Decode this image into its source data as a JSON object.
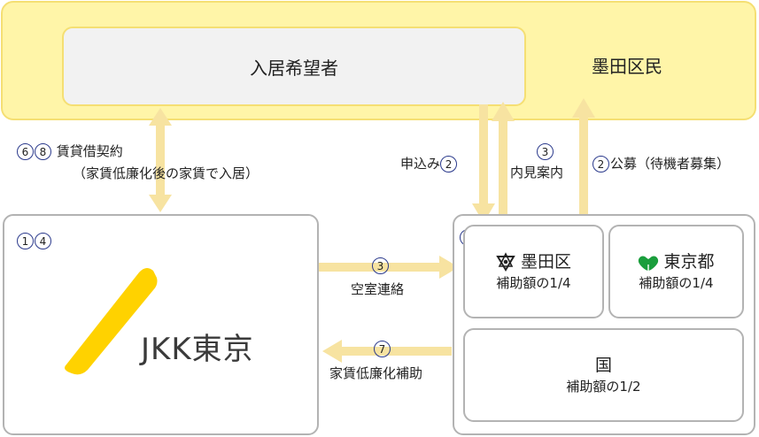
{
  "resident_area": {
    "label": "墨田区民",
    "applicant": "入居希望者"
  },
  "jkk": {
    "nums": [
      "1",
      "4"
    ],
    "logo_text": "JKK東京"
  },
  "support_group": {
    "num": "5"
  },
  "sumida": {
    "name": "墨田区",
    "share": "補助額の1/4"
  },
  "tokyo": {
    "name": "東京都",
    "share": "補助額の1/4"
  },
  "kuni": {
    "name": "国",
    "share": "補助額の1/2"
  },
  "flows": {
    "contract": {
      "nums": [
        "6",
        "8"
      ],
      "line1": "賃貸借契約",
      "line2": "（家賃低廉化後の家賃で入居）"
    },
    "apply": {
      "text": "申込み",
      "num": "2"
    },
    "viewing": {
      "num": "3",
      "text": "内見案内"
    },
    "recruit": {
      "num": "2",
      "text": "公募（待機者募集）"
    },
    "vacancy": {
      "num": "3",
      "text": "空室連絡"
    },
    "subsidy": {
      "num": "7",
      "text": "家賃低廉化補助"
    }
  },
  "colors": {
    "band_fill": "#fff5a8",
    "band_border": "#f5df73",
    "arrow": "#f7e3a1",
    "box_border": "#b3b3b3",
    "logo_yellow": "#ffd200",
    "num_ring": "#2b3a8c",
    "tokyo_green": "#1a9e3c"
  }
}
